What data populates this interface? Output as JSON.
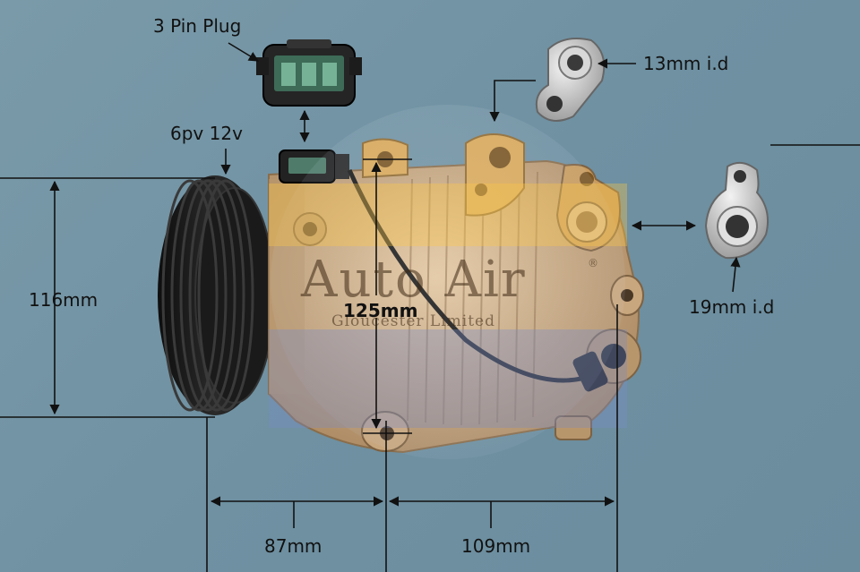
{
  "labels": {
    "plug": "3 Pin Plug",
    "pulley": "6pv 12v",
    "port_small": "13mm i.d",
    "port_large": "19mm i.d",
    "height": "116mm",
    "diagonal": "125mm",
    "depth_front": "87mm",
    "depth_rear": "109mm"
  },
  "watermark": {
    "title": "Auto Air",
    "subtitle": "Gloucester Limited",
    "registered": "®"
  },
  "colors": {
    "background": "#7295a5",
    "compressor_body": "#c9a77e",
    "pulley": "#1c1c1c",
    "fitting": "#d9a95a"
  }
}
